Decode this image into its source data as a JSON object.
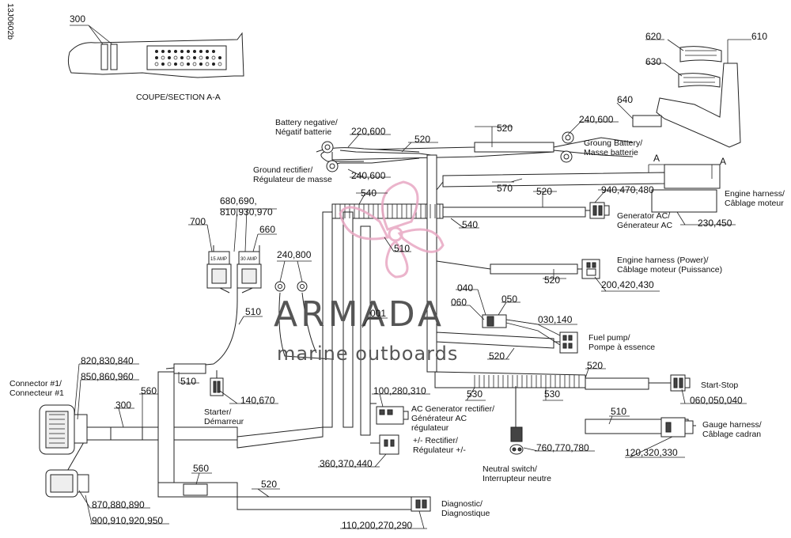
{
  "doc_id": "13J0602b",
  "section_label": "COUPE/SECTION A-A",
  "watermark": {
    "brand": "ARMADA",
    "tagline": "marine outboards",
    "accent_color": "#e8a7c3"
  },
  "fuse_labels": {
    "f1": "15 AMP",
    "f2": "30 AMP"
  },
  "markers": {
    "a1": "A",
    "a2": "A"
  },
  "callouts": {
    "c300_top": "300",
    "c620": "620",
    "c610": "610",
    "c630": "630",
    "c640": "640",
    "c520_top": "520",
    "c240600_top": "240,600",
    "c220600": "220,600",
    "c520_b": "520",
    "c240600_b": "240,600",
    "c540_a": "540",
    "c570": "570",
    "c520_c": "520",
    "c940": "940,470,480",
    "c540_b": "540",
    "c230450": "230,450",
    "c510_mid": "510",
    "c680": "680,690,",
    "c810": "810,930,970",
    "c700": "700",
    "c660": "660",
    "c240800": "240,800",
    "c510_left": "510",
    "c001": "001",
    "c520_d": "520",
    "c200420": "200,420,430",
    "c040": "040",
    "c060": "060",
    "c050": "050",
    "c030140": "030,140",
    "c520_e": "520",
    "c820": "820,830,840",
    "c850": "850,860,960",
    "c510_b": "510",
    "c140670": "140,670",
    "c560_a": "560",
    "c300_b": "300",
    "c100280": "100,280,310",
    "c530_a": "530",
    "c530_b": "530",
    "c520_f": "520",
    "c060050": "060,050,040",
    "c510_c": "510",
    "c120320": "120,320,330",
    "c360370": "360,370,440",
    "c760770": "760,770,780",
    "c870": "870,880,890",
    "c900": "900,910,920,950",
    "c560_b": "560",
    "c520_g": "520",
    "c110200": "110,200,270,290"
  },
  "labels": {
    "battery_neg_1": "Battery negative/",
    "battery_neg_2": "Négatif batterie",
    "ground_rect_1": "Ground rectifier/",
    "ground_rect_2": "Régulateur de masse",
    "ground_batt_1": "Groung Battery/",
    "ground_batt_2": "Masse batterie",
    "engine_harness_1": "Engine harness/",
    "engine_harness_2": "Câblage moteur",
    "gen_ac_1": "Generator AC/",
    "gen_ac_2": "Génerateur AC",
    "eng_power_1": "Engine harness (Power)/",
    "eng_power_2": "Câblage moteur (Puissance)",
    "fuel_pump_1": "Fuel pump/",
    "fuel_pump_2": "Pompe à essence",
    "start_stop": "Start-Stop",
    "gauge_1": "Gauge harness/",
    "gauge_2": "Câblage cadran",
    "neutral_1": "Neutral switch/",
    "neutral_2": "Interrupteur neutre",
    "ac_gen_1": "AC Generator rectifier/",
    "ac_gen_2": "Générateur AC",
    "ac_gen_3": "régulateur",
    "rect_1": "+/- Rectifier/",
    "rect_2": "Régulateur +/-",
    "starter_1": "Starter/",
    "starter_2": "Démarreur",
    "connector1_1": "Connector #1/",
    "connector1_2": "Connecteur #1",
    "diag_1": "Diagnostic/",
    "diag_2": "Diagnostique"
  }
}
